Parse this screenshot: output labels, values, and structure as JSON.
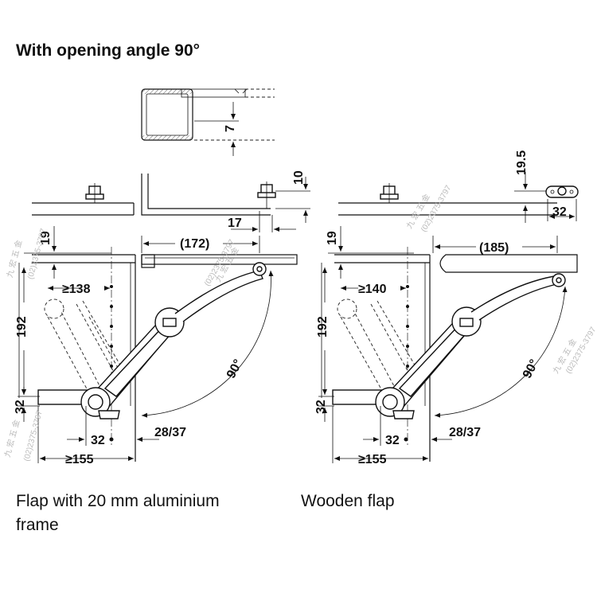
{
  "title": "With opening angle 90°",
  "captions": {
    "left": "Flap with 20 mm aluminium frame",
    "right": "Wooden flap"
  },
  "left": {
    "profile_dim": "7",
    "dim_10": "10",
    "dim_17": "17",
    "dim_19": "19",
    "dim_172": "(172)",
    "dim_138": "≥138",
    "dim_192": "192",
    "dim_32_v": "32",
    "dim_32_h": "32",
    "dim_155": "≥155",
    "dim_2837": "28/37",
    "angle": "90°"
  },
  "right": {
    "dim_195": "19.5",
    "dim_32_top": "32",
    "dim_19": "19",
    "dim_185": "(185)",
    "dim_140": "≥140",
    "dim_192": "192",
    "dim_32_v": "32",
    "dim_32_h": "32",
    "dim_155": "≥155",
    "dim_2837": "28/37",
    "angle": "90°"
  },
  "watermark": {
    "chars": "九 宏 五 金",
    "phone": "(02)2375-3797"
  }
}
